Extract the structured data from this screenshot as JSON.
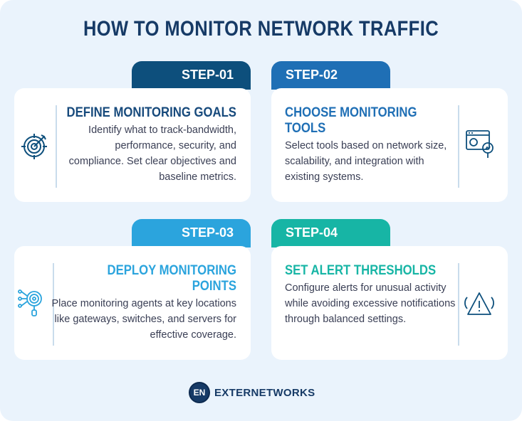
{
  "title": "HOW TO MONITOR NETWORK TRAFFIC",
  "steps": [
    {
      "label": "STEP-01",
      "title": "DEFINE MONITORING GOALS",
      "body": "Identify what to track-bandwidth, performance, security, and compliance. Set clear objectives and baseline metrics.",
      "icon": "target-icon",
      "color": "#0d4f7c"
    },
    {
      "label": "STEP-02",
      "title": "CHOOSE MONITORING TOOLS",
      "body": "Select tools based on network size, scalability, and integration with existing systems.",
      "icon": "dashboard-search-icon",
      "color": "#1f6fb5"
    },
    {
      "label": "STEP-03",
      "title": "DEPLOY MONITORING POINTS",
      "body": "Place monitoring agents at key locations like gateways, switches, and servers for effective coverage.",
      "icon": "network-scan-icon",
      "color": "#2ba4dd"
    },
    {
      "label": "STEP-04",
      "title": "SET ALERT THRESHOLDS",
      "body": "Configure alerts for unusual activity while avoiding excessive notifications through balanced settings.",
      "icon": "alert-warning-icon",
      "color": "#17b5a5"
    }
  ],
  "brand": {
    "mark": "EN",
    "name": "EXTERNETWORKS"
  }
}
